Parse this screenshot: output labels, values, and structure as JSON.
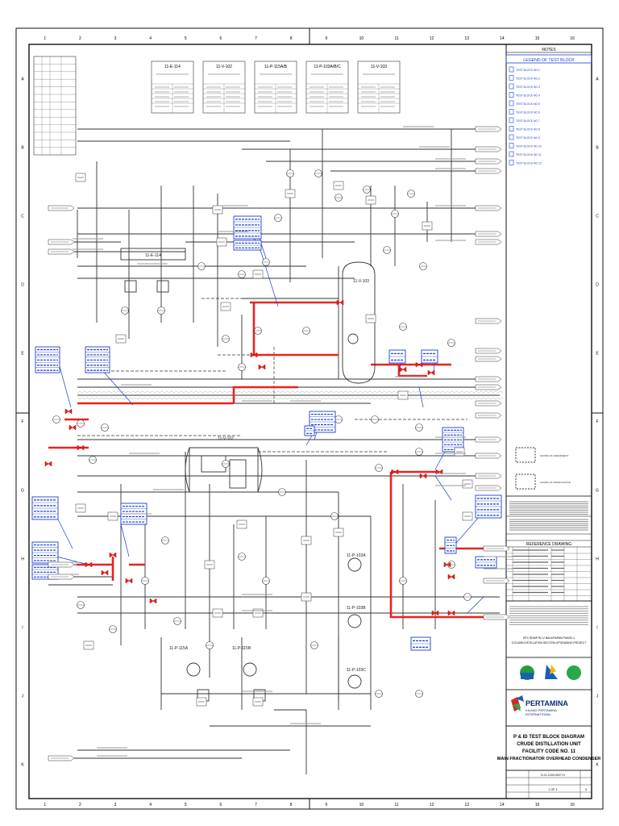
{
  "grid": {
    "cols": [
      "1",
      "2",
      "3",
      "4",
      "5",
      "6",
      "7",
      "8",
      "9",
      "10",
      "11",
      "12",
      "13",
      "14",
      "15",
      "16"
    ],
    "rows": [
      "A",
      "B",
      "C",
      "D",
      "E",
      "F",
      "G",
      "H",
      "I",
      "J",
      "K"
    ]
  },
  "colors": {
    "line": "#333333",
    "highlight": "#e8231f",
    "tag_blue": "#1a3fd1",
    "border": "#111111"
  },
  "equipment": {
    "exchanger": "11-E-114",
    "drum": "11-V-103",
    "vessel": "11-V-102",
    "pumps": [
      "11-P-115A",
      "11-P-115B",
      "11-P-103A",
      "11-P-103B",
      "11-P-103C"
    ]
  },
  "header_blocks": [
    "11-E-114",
    "11-V-102",
    "11-P-115A/B",
    "11-P-103A/B/C",
    "11-V-103"
  ],
  "notes": {
    "title": "NOTES",
    "legend_title": "LEGEND OF TEST BLOCK",
    "legend_items": [
      "TEST BLOCK NO.1",
      "TEST BLOCK NO.2",
      "TEST BLOCK NO.3",
      "TEST BLOCK NO.4",
      "TEST BLOCK NO.5",
      "TEST BLOCK NO.6",
      "TEST BLOCK NO.7",
      "TEST BLOCK NO.8",
      "TEST BLOCK NO.9",
      "TEST BLOCK NO.10",
      "TEST BLOCK NO.11",
      "TEST BLOCK NO.12"
    ],
    "scope_labels": [
      "SCOPE OF AMENDMENT",
      "SCOPE OF MODIFICATION"
    ]
  },
  "reference": {
    "title": "REFERENCE DRAWING"
  },
  "project": {
    "line1": "EPC RDMP RU V BALIKPAPAN PHASE-1",
    "line2": "COLUMN DISTILLATION SECTION UPGRADING PROJECT"
  },
  "company": {
    "name": "PERTAMINA",
    "sub1": "KILANG PERTAMINA",
    "sub2": "INTERNATIONAL"
  },
  "title_block": {
    "line1": "P & ID TEST BLOCK DIAGRAM",
    "line2": "CRUDE DISTILLATION UNIT",
    "line3": "FACILITY CODE NO. 11",
    "line4": "MAIN FRACTIONATOR OVERHEAD CONDENSER"
  },
  "doc_info": {
    "doc_no": "D-11-1200-0027-H",
    "sheet": "1 OF 1",
    "rev": "0"
  }
}
